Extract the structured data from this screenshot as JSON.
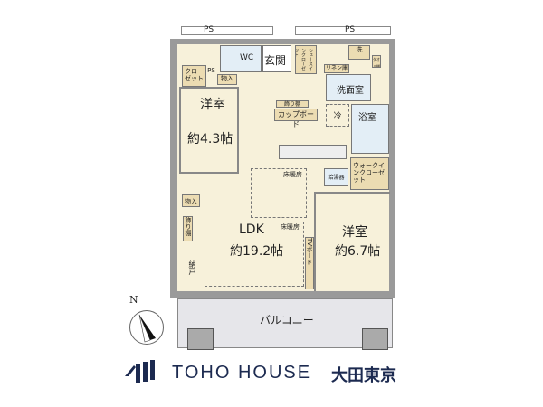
{
  "floor_plan": {
    "ps_top_left": "PS",
    "ps_top_right": "PS",
    "ps_small": "PS",
    "rooms": {
      "wc": "WC",
      "entrance": "玄関",
      "shoes_closet": "シューズインクローゼット",
      "linen": "リネン庫",
      "washer": "洗",
      "towel": "タオル棚",
      "washroom": "洗面室",
      "bathroom": "浴室",
      "fridge": "冷",
      "closet": "クローゼット",
      "storage_top": "物入",
      "western_room_1": "洋室",
      "western_room_1_size": "約4.3帖",
      "decor_shelf_kitchen": "飾り棚",
      "cupboard": "カップボード",
      "floor_heating_1": "床暖房",
      "floor_heating_2": "床暖房",
      "water_heater": "給湯器",
      "walk_in_closet": "ウォークインクローゼット",
      "storage_left": "物入",
      "decor_shelf_left": "飾り棚",
      "closet_storage": "納戸",
      "ldk": "LDK",
      "ldk_size": "約19.2帖",
      "tv_board": "TVボード",
      "western_room_2": "洋室",
      "western_room_2_size": "約6.7帖",
      "balcony": "バルコニー"
    },
    "compass": "N"
  },
  "brand": {
    "name": "TOHO HOUSE",
    "branch": "大田東京",
    "color": "#1c2a50"
  }
}
